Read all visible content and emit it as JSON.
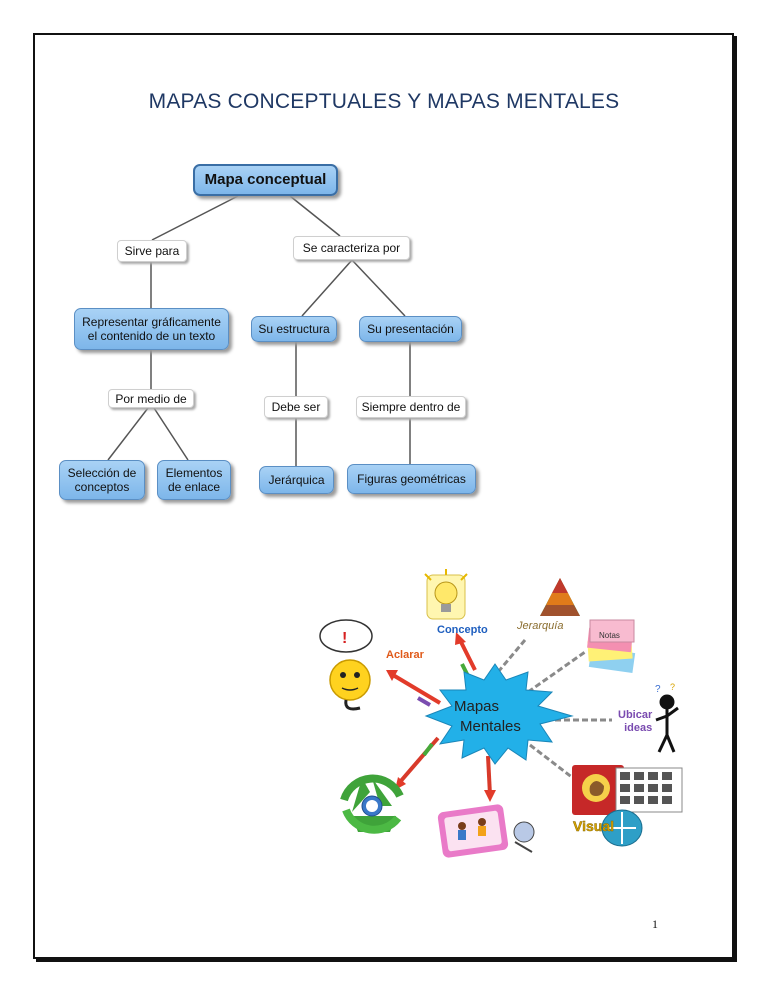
{
  "page": {
    "title": "MAPAS CONCEPTUALES Y MAPAS MENTALES",
    "page_number": "1"
  },
  "concept_map": {
    "root": "Mapa conceptual",
    "links": {
      "sirve_para": "Sirve para",
      "se_caracteriza_por": "Se caracteriza por",
      "por_medio_de": "Por medio de",
      "debe_ser": "Debe ser",
      "siempre_dentro_de": "Siempre dentro de"
    },
    "nodes": {
      "representar_line1": "Representar gráficamente",
      "representar_line2": "el contenido de un texto",
      "su_estructura": "Su estructura",
      "su_presentacion": "Su presentación",
      "seleccion_line1": "Selección de",
      "seleccion_line2": "conceptos",
      "elementos_line1": "Elementos",
      "elementos_line2": "de enlace",
      "jerarquica": "Jerárquica",
      "figuras": "Figuras geométricas"
    }
  },
  "mind_map": {
    "center_line1": "Mapas",
    "center_line2": "Mentales",
    "branches": {
      "concepto": "Concepto",
      "jerarquia": "Jerarquía",
      "notas": "Notas",
      "aclarar": "Aclarar",
      "ubicar_line1": "Ubicar",
      "ubicar_line2": "ideas",
      "visual": "Visual"
    },
    "colors": {
      "burst": "#2bb3e6",
      "concepto": "#1f5fbf",
      "jerarquia": "#8a6d2f",
      "aclarar": "#e05a1a",
      "ubicar": "#7a4bb0",
      "visual": "#d9a400"
    }
  }
}
